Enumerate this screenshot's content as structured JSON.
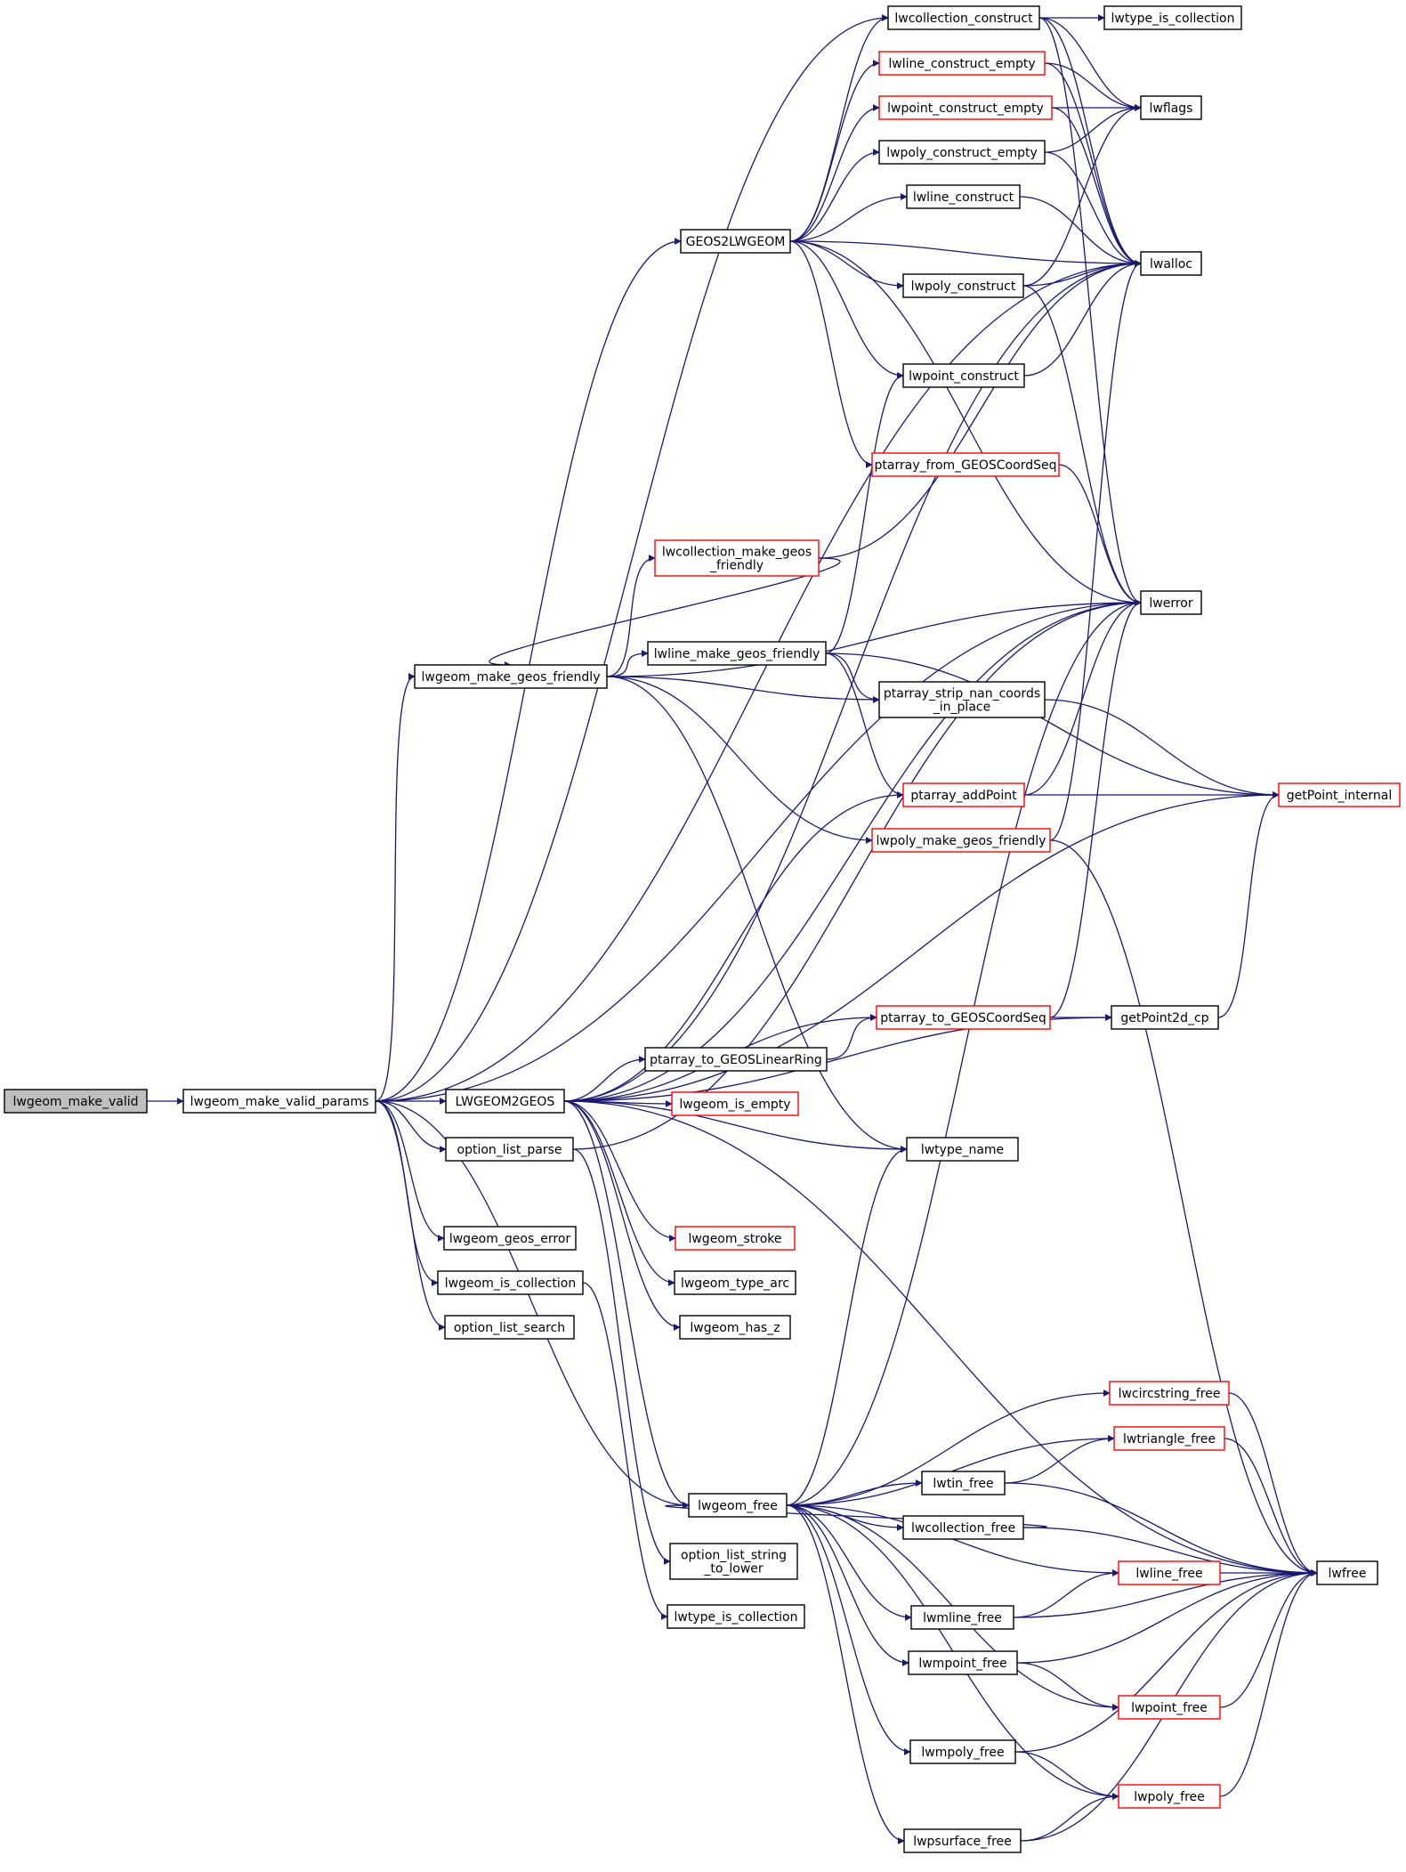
{
  "colors": {
    "edge": "#191970",
    "node_border": "#000000",
    "node_border_truncated": "#ff0000",
    "node_fill": "#ffffff",
    "root_fill": "#bfbfbf"
  },
  "nodes": {
    "make_valid": {
      "label": "lwgeom_make_valid",
      "kind": "root"
    },
    "make_valid_params": {
      "label": "lwgeom_make_valid_params",
      "kind": "normal"
    },
    "lwcollection_construct": {
      "label": "lwcollection_construct",
      "kind": "normal"
    },
    "lwtype_is_collection_top": {
      "label": "lwtype_is_collection",
      "kind": "normal"
    },
    "lwline_construct_empty": {
      "label": "lwline_construct_empty",
      "kind": "truncated"
    },
    "lwflags": {
      "label": "lwflags",
      "kind": "normal"
    },
    "lwpoint_construct_empty": {
      "label": "lwpoint_construct_empty",
      "kind": "truncated"
    },
    "lwpoly_construct_empty": {
      "label": "lwpoly_construct_empty",
      "kind": "normal"
    },
    "lwline_construct": {
      "label": "lwline_construct",
      "kind": "normal"
    },
    "geos2lwgeom": {
      "label": "GEOS2LWGEOM",
      "kind": "normal"
    },
    "lwalloc": {
      "label": "lwalloc",
      "kind": "normal"
    },
    "lwpoly_construct": {
      "label": "lwpoly_construct",
      "kind": "normal"
    },
    "lwpoint_construct": {
      "label": "lwpoint_construct",
      "kind": "normal"
    },
    "ptarray_from_geoscoordseq": {
      "label": "ptarray_from_GEOSCoordSeq",
      "kind": "truncated"
    },
    "lwcollection_make_geos_friendly": {
      "label": [
        "lwcollection_make_geos",
        "_friendly"
      ],
      "kind": "truncated"
    },
    "lwerror": {
      "label": "lwerror",
      "kind": "normal"
    },
    "lwline_make_geos_friendly": {
      "label": "lwline_make_geos_friendly",
      "kind": "normal"
    },
    "lwgeom_make_geos_friendly": {
      "label": "lwgeom_make_geos_friendly",
      "kind": "normal"
    },
    "ptarray_strip_nan_coords": {
      "label": [
        "ptarray_strip_nan_coords",
        "_in_place"
      ],
      "kind": "normal"
    },
    "ptarray_addpoint": {
      "label": "ptarray_addPoint",
      "kind": "truncated"
    },
    "getpoint_internal": {
      "label": "getPoint_internal",
      "kind": "truncated"
    },
    "lwpoly_make_geos_friendly": {
      "label": "lwpoly_make_geos_friendly",
      "kind": "truncated"
    },
    "ptarray_to_geoscoordseq": {
      "label": "ptarray_to_GEOSCoordSeq",
      "kind": "truncated"
    },
    "getpoint2d_cp": {
      "label": "getPoint2d_cp",
      "kind": "normal"
    },
    "ptarray_to_geoslinearring": {
      "label": "ptarray_to_GEOSLinearRing",
      "kind": "normal"
    },
    "lwgeom2geos": {
      "label": "LWGEOM2GEOS",
      "kind": "normal"
    },
    "lwgeom_is_empty": {
      "label": "lwgeom_is_empty",
      "kind": "truncated"
    },
    "option_list_parse": {
      "label": "option_list_parse",
      "kind": "normal"
    },
    "lwtype_name": {
      "label": "lwtype_name",
      "kind": "normal"
    },
    "lwgeom_geos_error": {
      "label": "lwgeom_geos_error",
      "kind": "normal"
    },
    "lwgeom_stroke": {
      "label": "lwgeom_stroke",
      "kind": "truncated"
    },
    "lwgeom_is_collection": {
      "label": "lwgeom_is_collection",
      "kind": "normal"
    },
    "lwgeom_type_arc": {
      "label": "lwgeom_type_arc",
      "kind": "normal"
    },
    "option_list_search": {
      "label": "option_list_search",
      "kind": "normal"
    },
    "lwgeom_has_z": {
      "label": "lwgeom_has_z",
      "kind": "normal"
    },
    "lwcircstring_free": {
      "label": "lwcircstring_free",
      "kind": "truncated"
    },
    "lwtriangle_free": {
      "label": "lwtriangle_free",
      "kind": "truncated"
    },
    "lwtin_free": {
      "label": "lwtin_free",
      "kind": "normal"
    },
    "lwgeom_free": {
      "label": "lwgeom_free",
      "kind": "normal"
    },
    "lwcollection_free": {
      "label": "lwcollection_free",
      "kind": "normal"
    },
    "option_list_string_to_lower": {
      "label": [
        "option_list_string",
        "_to_lower"
      ],
      "kind": "normal"
    },
    "lwline_free": {
      "label": "lwline_free",
      "kind": "truncated"
    },
    "lwfree": {
      "label": "lwfree",
      "kind": "normal"
    },
    "lwtype_is_collection_bottom": {
      "label": "lwtype_is_collection",
      "kind": "normal"
    },
    "lwmline_free": {
      "label": "lwmline_free",
      "kind": "normal"
    },
    "lwmpoint_free": {
      "label": "lwmpoint_free",
      "kind": "normal"
    },
    "lwpoint_free": {
      "label": "lwpoint_free",
      "kind": "truncated"
    },
    "lwmpoly_free": {
      "label": "lwmpoly_free",
      "kind": "normal"
    },
    "lwpoly_free": {
      "label": "lwpoly_free",
      "kind": "truncated"
    },
    "lwpsurface_free": {
      "label": "lwpsurface_free",
      "kind": "normal"
    }
  },
  "edges": [
    [
      "make_valid",
      "make_valid_params"
    ],
    [
      "make_valid_params",
      "lwgeom2geos"
    ],
    [
      "make_valid_params",
      "lwcollection_construct"
    ],
    [
      "make_valid_params",
      "geos2lwgeom"
    ],
    [
      "make_valid_params",
      "lwalloc"
    ],
    [
      "make_valid_params",
      "lwerror"
    ],
    [
      "make_valid_params",
      "lwgeom_make_geos_friendly"
    ],
    [
      "make_valid_params",
      "option_list_parse"
    ],
    [
      "make_valid_params",
      "lwgeom_geos_error"
    ],
    [
      "make_valid_params",
      "lwgeom_is_collection"
    ],
    [
      "make_valid_params",
      "option_list_search"
    ],
    [
      "make_valid_params",
      "lwgeom_free"
    ],
    [
      "lwcollection_construct",
      "lwtype_is_collection_top"
    ],
    [
      "lwcollection_construct",
      "lwflags"
    ],
    [
      "lwcollection_construct",
      "lwalloc"
    ],
    [
      "lwcollection_construct",
      "lwerror"
    ],
    [
      "lwline_construct_empty",
      "lwflags"
    ],
    [
      "lwline_construct_empty",
      "lwalloc"
    ],
    [
      "lwpoint_construct_empty",
      "lwflags"
    ],
    [
      "lwpoint_construct_empty",
      "lwalloc"
    ],
    [
      "lwpoly_construct_empty",
      "lwflags"
    ],
    [
      "lwpoly_construct_empty",
      "lwalloc"
    ],
    [
      "lwline_construct",
      "lwalloc"
    ],
    [
      "geos2lwgeom",
      "lwcollection_construct"
    ],
    [
      "geos2lwgeom",
      "lwline_construct_empty"
    ],
    [
      "geos2lwgeom",
      "lwpoint_construct_empty"
    ],
    [
      "geos2lwgeom",
      "lwpoly_construct_empty"
    ],
    [
      "geos2lwgeom",
      "lwline_construct"
    ],
    [
      "geos2lwgeom",
      "lwalloc"
    ],
    [
      "geos2lwgeom",
      "lwpoly_construct"
    ],
    [
      "geos2lwgeom",
      "lwpoint_construct"
    ],
    [
      "geos2lwgeom",
      "ptarray_from_geoscoordseq"
    ],
    [
      "geos2lwgeom",
      "lwerror"
    ],
    [
      "lwpoly_construct",
      "lwflags"
    ],
    [
      "lwpoly_construct",
      "lwalloc"
    ],
    [
      "lwpoly_construct",
      "lwerror"
    ],
    [
      "lwpoint_construct",
      "lwalloc"
    ],
    [
      "ptarray_from_geoscoordseq",
      "lwerror"
    ],
    [
      "lwcollection_make_geos_friendly",
      "lwalloc"
    ],
    [
      "lwcollection_make_geos_friendly",
      "lwgeom_make_geos_friendly"
    ],
    [
      "lwgeom_make_geos_friendly",
      "lwcollection_make_geos_friendly"
    ],
    [
      "lwgeom_make_geos_friendly",
      "lwerror"
    ],
    [
      "lwgeom_make_geos_friendly",
      "lwline_make_geos_friendly"
    ],
    [
      "lwgeom_make_geos_friendly",
      "ptarray_strip_nan_coords"
    ],
    [
      "lwgeom_make_geos_friendly",
      "lwpoly_make_geos_friendly"
    ],
    [
      "lwgeom_make_geos_friendly",
      "lwtype_name"
    ],
    [
      "lwline_make_geos_friendly",
      "lwpoint_construct"
    ],
    [
      "lwline_make_geos_friendly",
      "ptarray_strip_nan_coords"
    ],
    [
      "lwline_make_geos_friendly",
      "ptarray_addpoint"
    ],
    [
      "lwline_make_geos_friendly",
      "getpoint_internal"
    ],
    [
      "ptarray_strip_nan_coords",
      "getpoint_internal"
    ],
    [
      "ptarray_addpoint",
      "getpoint_internal"
    ],
    [
      "ptarray_addpoint",
      "lwerror"
    ],
    [
      "lwpoly_make_geos_friendly",
      "lwalloc"
    ],
    [
      "lwpoly_make_geos_friendly",
      "lwfree"
    ],
    [
      "lwgeom2geos",
      "lwalloc"
    ],
    [
      "lwgeom2geos",
      "ptarray_addpoint"
    ],
    [
      "lwgeom2geos",
      "lwerror"
    ],
    [
      "lwgeom2geos",
      "getpoint_internal"
    ],
    [
      "lwgeom2geos",
      "ptarray_to_geoscoordseq"
    ],
    [
      "lwgeom2geos",
      "ptarray_to_geoslinearring"
    ],
    [
      "lwgeom2geos",
      "lwgeom_is_empty"
    ],
    [
      "lwgeom2geos",
      "lwtype_name"
    ],
    [
      "lwgeom2geos",
      "getpoint2d_cp"
    ],
    [
      "lwgeom2geos",
      "lwgeom_stroke"
    ],
    [
      "lwgeom2geos",
      "lwgeom_type_arc"
    ],
    [
      "lwgeom2geos",
      "lwgeom_has_z"
    ],
    [
      "lwgeom2geos",
      "lwfree"
    ],
    [
      "lwgeom2geos",
      "lwgeom_free"
    ],
    [
      "ptarray_to_geoslinearring",
      "ptarray_to_geoscoordseq"
    ],
    [
      "ptarray_to_geoscoordseq",
      "getpoint2d_cp"
    ],
    [
      "ptarray_to_geoscoordseq",
      "lwerror"
    ],
    [
      "getpoint2d_cp",
      "getpoint_internal"
    ],
    [
      "option_list_parse",
      "option_list_string_to_lower"
    ],
    [
      "option_list_parse",
      "lwerror"
    ],
    [
      "lwgeom_is_collection",
      "lwtype_is_collection_bottom"
    ],
    [
      "lwgeom_free",
      "lwtype_name"
    ],
    [
      "lwgeom_free",
      "lwcircstring_free"
    ],
    [
      "lwgeom_free",
      "lwtriangle_free"
    ],
    [
      "lwgeom_free",
      "lwtin_free"
    ],
    [
      "lwgeom_free",
      "lwcollection_free"
    ],
    [
      "lwgeom_free",
      "lwline_free"
    ],
    [
      "lwgeom_free",
      "lwmline_free"
    ],
    [
      "lwgeom_free",
      "lwmpoint_free"
    ],
    [
      "lwgeom_free",
      "lwpoint_free"
    ],
    [
      "lwgeom_free",
      "lwmpoly_free"
    ],
    [
      "lwgeom_free",
      "lwpoly_free"
    ],
    [
      "lwgeom_free",
      "lwpsurface_free"
    ],
    [
      "lwgeom_free",
      "lwerror"
    ],
    [
      "lwcircstring_free",
      "lwfree"
    ],
    [
      "lwtriangle_free",
      "lwfree"
    ],
    [
      "lwtin_free",
      "lwtriangle_free"
    ],
    [
      "lwtin_free",
      "lwfree"
    ],
    [
      "lwcollection_free",
      "lwgeom_free"
    ],
    [
      "lwcollection_free",
      "lwfree"
    ],
    [
      "lwline_free",
      "lwfree"
    ],
    [
      "lwmline_free",
      "lwline_free"
    ],
    [
      "lwmline_free",
      "lwfree"
    ],
    [
      "lwmpoint_free",
      "lwpoint_free"
    ],
    [
      "lwmpoint_free",
      "lwfree"
    ],
    [
      "lwpoint_free",
      "lwfree"
    ],
    [
      "lwmpoly_free",
      "lwpoly_free"
    ],
    [
      "lwmpoly_free",
      "lwfree"
    ],
    [
      "lwpoly_free",
      "lwfree"
    ],
    [
      "lwpsurface_free",
      "lwpoly_free"
    ],
    [
      "lwpsurface_free",
      "lwfree"
    ]
  ]
}
